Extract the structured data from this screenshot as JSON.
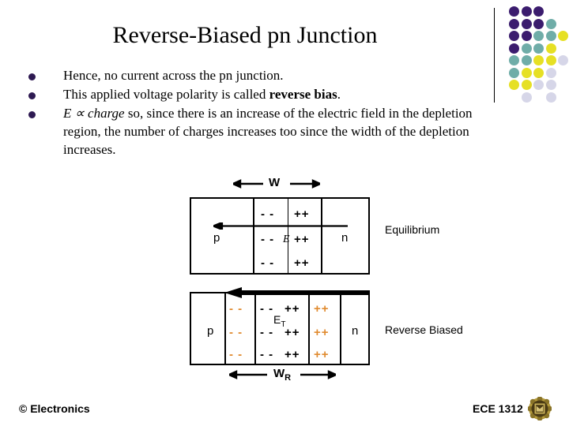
{
  "slide": {
    "title": "Reverse-Biased pn Junction",
    "bullets": [
      {
        "id": "bullet-no-current",
        "segments": [
          {
            "text": "Hence, no current across the pn junction.",
            "style": "normal"
          }
        ]
      },
      {
        "id": "bullet-reverse-bias",
        "segments": [
          {
            "text": "This applied voltage polarity is called ",
            "style": "normal"
          },
          {
            "text": "reverse bias",
            "style": "bold"
          },
          {
            "text": ".",
            "style": "normal"
          }
        ]
      },
      {
        "id": "bullet-e-proportional-charge",
        "segments": [
          {
            "text": "E ∝ charge",
            "style": "italic"
          },
          {
            "text": " so, since there is an increase of the electric field in the depletion region, the number of charges increases too since the width of the depletion increases.",
            "style": "normal"
          }
        ]
      }
    ]
  },
  "diagrams": {
    "equilibrium": {
      "name": "equilibrium-junction",
      "p_label": "p",
      "n_label": "n",
      "field_label": "E",
      "width_label": "W",
      "width_label_sub": "",
      "side_label": "Equilibrium",
      "negative_charges": "- -",
      "positive_charges": "++",
      "rows": 3
    },
    "reverse_biased": {
      "name": "reverse-biased-junction",
      "p_label": "p",
      "n_label": "n",
      "field_label": "E",
      "field_label_sub": "T",
      "width_label": "W",
      "width_label_sub": "R",
      "side_label": "Reverse Biased",
      "negative_charges": "- -",
      "positive_charges": "++",
      "extra_negative_charges": "- -",
      "extra_positive_charges": "++",
      "rows": 3
    }
  },
  "footer": {
    "left": "© Electronics",
    "right": "ECE 1312",
    "seal_icon": "university-seal-icon"
  },
  "decoration": {
    "divider_icon": "vertical-divider",
    "dot_grid_icon": "decorative-dot-grid",
    "colors": {
      "purple": "#3b1c6e",
      "teal": "#6fada8",
      "yellow": "#e6e024",
      "lavender": "#d6d6e8",
      "bullet": "#2e1a52",
      "orange_charge": "#e08a2e",
      "seal_gold": "#b59b3c",
      "seal_dark": "#4a3a14"
    },
    "dots": [
      {
        "row": 0,
        "col": 0,
        "color": "#3b1c6e"
      },
      {
        "row": 0,
        "col": 1,
        "color": "#3b1c6e"
      },
      {
        "row": 0,
        "col": 2,
        "color": "#3b1c6e"
      },
      {
        "row": 1,
        "col": 0,
        "color": "#3b1c6e"
      },
      {
        "row": 1,
        "col": 1,
        "color": "#3b1c6e"
      },
      {
        "row": 1,
        "col": 2,
        "color": "#3b1c6e"
      },
      {
        "row": 1,
        "col": 3,
        "color": "#6fada8"
      },
      {
        "row": 2,
        "col": 0,
        "color": "#3b1c6e"
      },
      {
        "row": 2,
        "col": 1,
        "color": "#3b1c6e"
      },
      {
        "row": 2,
        "col": 2,
        "color": "#6fada8"
      },
      {
        "row": 2,
        "col": 3,
        "color": "#6fada8"
      },
      {
        "row": 2,
        "col": 4,
        "color": "#e6e024"
      },
      {
        "row": 3,
        "col": 0,
        "color": "#3b1c6e"
      },
      {
        "row": 3,
        "col": 1,
        "color": "#6fada8"
      },
      {
        "row": 3,
        "col": 2,
        "color": "#6fada8"
      },
      {
        "row": 3,
        "col": 3,
        "color": "#e6e024"
      },
      {
        "row": 4,
        "col": 0,
        "color": "#6fada8"
      },
      {
        "row": 4,
        "col": 1,
        "color": "#6fada8"
      },
      {
        "row": 4,
        "col": 2,
        "color": "#e6e024"
      },
      {
        "row": 4,
        "col": 3,
        "color": "#e6e024"
      },
      {
        "row": 4,
        "col": 4,
        "color": "#d6d6e8"
      },
      {
        "row": 5,
        "col": 0,
        "color": "#6fada8"
      },
      {
        "row": 5,
        "col": 1,
        "color": "#e6e024"
      },
      {
        "row": 5,
        "col": 2,
        "color": "#e6e024"
      },
      {
        "row": 5,
        "col": 3,
        "color": "#d6d6e8"
      },
      {
        "row": 6,
        "col": 0,
        "color": "#e6e024"
      },
      {
        "row": 6,
        "col": 1,
        "color": "#e6e024"
      },
      {
        "row": 6,
        "col": 2,
        "color": "#d6d6e8"
      },
      {
        "row": 6,
        "col": 3,
        "color": "#d6d6e8"
      },
      {
        "row": 7,
        "col": 1,
        "color": "#d6d6e8"
      },
      {
        "row": 7,
        "col": 3,
        "color": "#d6d6e8"
      }
    ]
  }
}
